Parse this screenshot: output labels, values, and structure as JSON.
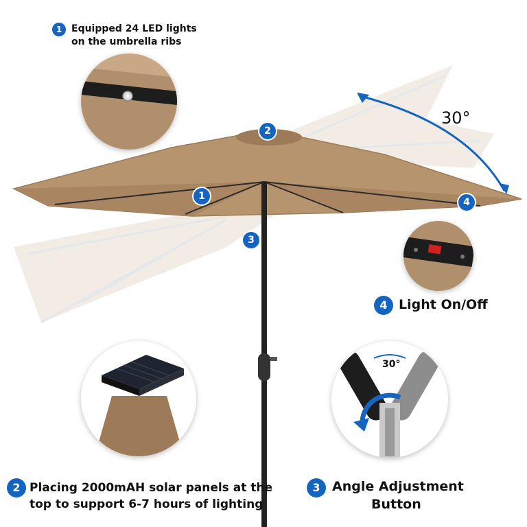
{
  "features": [
    {
      "number": "1",
      "caption_line1": "Equipped 24 LED lights",
      "caption_line2": "on the umbrella ribs"
    },
    {
      "number": "2",
      "caption_line1": "Placing 2000mAH solar panels at the",
      "caption_line2": "top to support 6-7 hours of lighting"
    },
    {
      "number": "3",
      "caption_line1": "Angle Adjustment",
      "caption_line2": "Button"
    },
    {
      "number": "4",
      "caption_line1": "Light On/Off"
    }
  ],
  "tilt": {
    "label": "30°"
  },
  "inset_tilt": {
    "label": "30°"
  },
  "colors": {
    "badge": "#1565c0",
    "canopy": "#b6946e",
    "canopy_ghost": "#e9ded2",
    "pole": "#222222",
    "arrow": "#1565c0"
  }
}
